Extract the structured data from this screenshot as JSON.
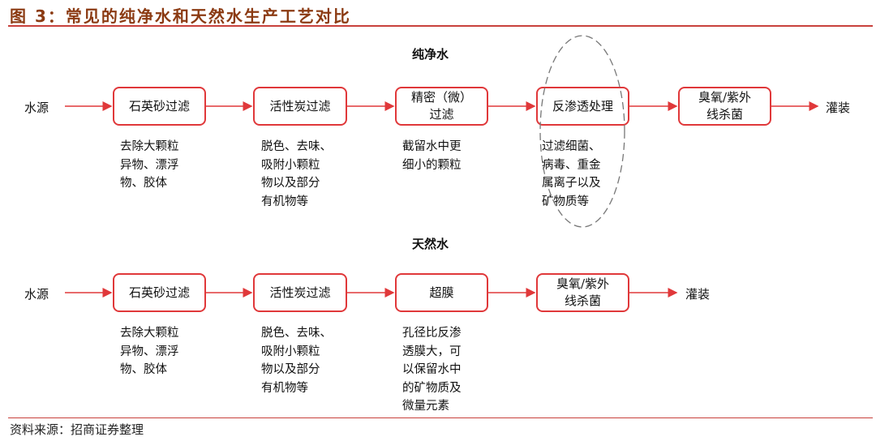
{
  "title": "图 3：常见的纯净水和天然水生产工艺对比",
  "source": "资料来源：招商证券整理",
  "pure": {
    "heading": "纯净水",
    "start": "水源",
    "end": "灌装",
    "steps": [
      {
        "label": "石英砂过滤",
        "desc": "去除大颗粒\n异物、漂浮\n物、胶体"
      },
      {
        "label": "活性炭过滤",
        "desc": "脱色、去味、\n吸附小颗粒\n物以及部分\n有机物等"
      },
      {
        "label": "精密（微）\n过滤",
        "desc": "截留水中更\n细小的颗粒"
      },
      {
        "label": "反渗透处理",
        "desc": "过滤细菌、\n病毒、重金\n属离子以及\n矿物质等"
      },
      {
        "label": "臭氧/紫外\n线杀菌",
        "desc": ""
      }
    ]
  },
  "natural": {
    "heading": "天然水",
    "start": "水源",
    "end": "灌装",
    "steps": [
      {
        "label": "石英砂过滤",
        "desc": "去除大颗粒\n异物、漂浮\n物、胶体"
      },
      {
        "label": "活性炭过滤",
        "desc": "脱色、去味、\n吸附小颗粒\n物以及部分\n有机物等"
      },
      {
        "label": "超膜",
        "desc": "孔径比反渗\n透膜大，可\n以保留水中\n的矿物质及\n微量元素"
      },
      {
        "label": "臭氧/紫外\n线杀菌",
        "desc": ""
      }
    ]
  },
  "colors": {
    "accent": "#e0383a",
    "title": "#8b3a12"
  }
}
